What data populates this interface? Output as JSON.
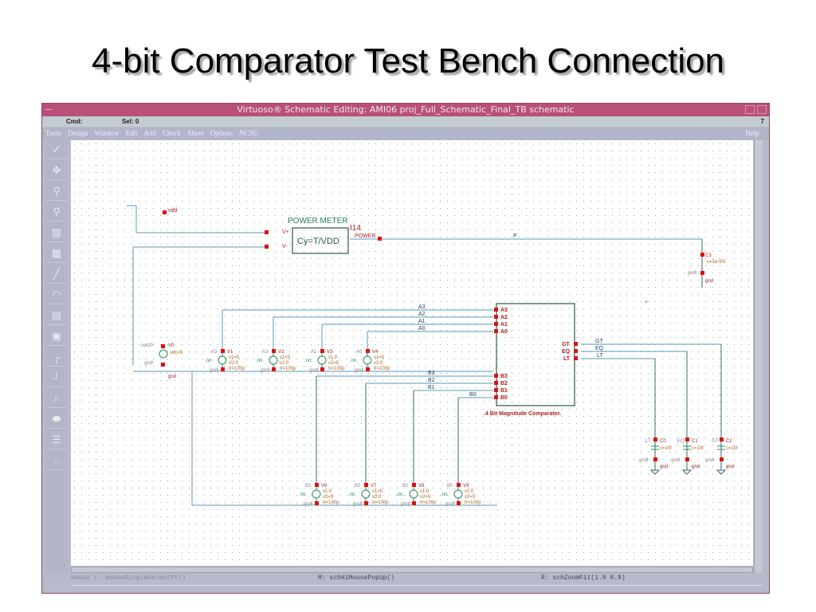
{
  "slide": {
    "title": "4-bit Comparator Test Bench Connection"
  },
  "window": {
    "title": "Virtuoso® Schematic Editing: AMI06 proj_Full_Schematic_Final_TB schematic",
    "cmd_label": "Cmd:",
    "sel_label": "Sel: 0",
    "counter": "7"
  },
  "menu": {
    "items": [
      "Tools",
      "Design",
      "Window",
      "Edit",
      "Add",
      "Check",
      "Sheet",
      "Options",
      "NCSU"
    ],
    "help": "Help"
  },
  "toolbar": {
    "tools": [
      "check-save-icon",
      "move-icon",
      "zoom-in-icon",
      "zoom-out-icon",
      "add-instance-icon",
      "add-pin-icon",
      "add-wire-icon",
      "wire-name-icon",
      "stretch-icon",
      "copy-icon",
      "corner-wire-icon",
      "wire-bend-icon",
      "property-icon",
      "delete-icon",
      "undo-icon",
      "redo-icon"
    ]
  },
  "status": {
    "mouse_l": "mouse L: mouseSingleSelectPt()",
    "mouse_m": "M: schHiMousePopUp()",
    "mouse_r": "R: schZoomFit(1.0 0.9)"
  },
  "schematic": {
    "power_meter": {
      "title": "POWER METER",
      "instance": "I14",
      "formula": "Cy=T/VDD",
      "vplus": "V+",
      "vminus": "V-",
      "output": "POWER"
    },
    "vdd_label": "vdd",
    "net_p": "P",
    "cap_c3": {
      "name": "C3",
      "value": "c=1e-9/5",
      "top": "P",
      "gnd_label": "gndl",
      "gnd": "gnd"
    },
    "vdc": {
      "name": "V0",
      "value": "vdc=5",
      "net": "net30",
      "gnd_label": "gnd!",
      "gnd": "gnd"
    },
    "a_sources": [
      {
        "net": "A3",
        "name": "V1",
        "v1": "v1=5",
        "v2": "V2:0",
        "tr": "tr=100p"
      },
      {
        "net": "A2",
        "name": "V2",
        "v1": "v1=5",
        "v2": "v2:0",
        "tr": "tr=100p"
      },
      {
        "net": "A1",
        "name": "V3",
        "v1": "v1:0",
        "v2": "v2=5",
        "tr": "tr=100p"
      },
      {
        "net": "A0",
        "name": "V4",
        "v1": "v1=5",
        "v2": "v2:0",
        "tr": "tr=100p"
      }
    ],
    "b_sources": [
      {
        "net": "B3",
        "name": "V6",
        "v1": "v1:0",
        "v2": "v2=5",
        "tr": "tr=100p"
      },
      {
        "net": "B2",
        "name": "V7",
        "v1": "v1=5",
        "v2": "v2:0",
        "tr": "tr=100p"
      },
      {
        "net": "B1",
        "name": "V8",
        "v1": "v1:0",
        "v2": "v2=5",
        "tr": "tr=100p"
      },
      {
        "net": "B0",
        "name": "V9",
        "v1": "v1:0",
        "v2": "v2=5",
        "tr": "tr=100p"
      }
    ],
    "pulse_glyph": ".nn.",
    "gnd_pin": "gndl",
    "comparator": {
      "label": ".4 Bit Magnitude Comparator.",
      "inputs_a": [
        "A3",
        "A2",
        "A1",
        "A0"
      ],
      "inputs_b": [
        "B3",
        "B2",
        "B1",
        "B0"
      ],
      "outputs": [
        "GT",
        "EQ",
        "LT"
      ]
    },
    "output_caps": [
      {
        "net": "LT",
        "name": "C0",
        "value": "c=10f",
        "gnd_label": "gndl",
        "gnd": "gnd"
      },
      {
        "net": "EQ",
        "name": "C1",
        "value": "c=10f",
        "gnd_label": "gndl",
        "gnd": "gnd"
      },
      {
        "net": "GT",
        "name": "C2",
        "value": "c=10f",
        "gnd_label": "gndl",
        "gnd": "gnd"
      }
    ],
    "marker": "a"
  }
}
